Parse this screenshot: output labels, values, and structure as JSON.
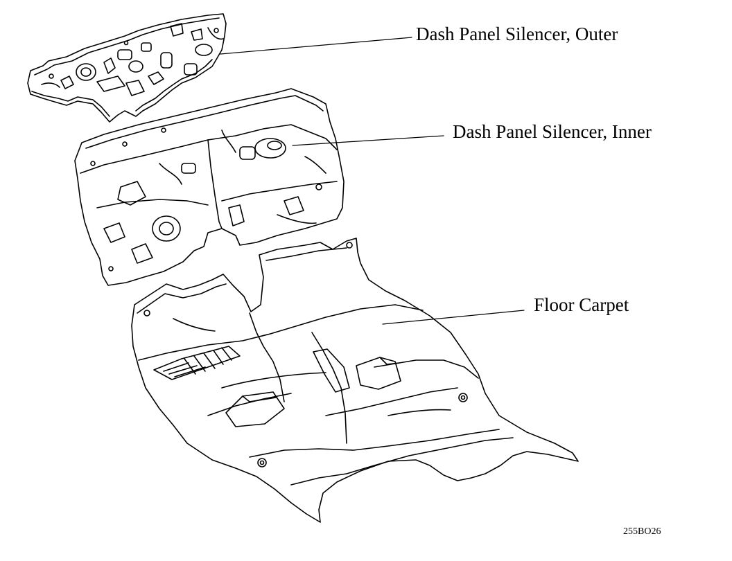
{
  "callouts": {
    "outer": "Dash Panel Silencer, Outer",
    "inner": "Dash Panel Silencer, Inner",
    "carpet": "Floor Carpet"
  },
  "figure_code": "255BO26"
}
